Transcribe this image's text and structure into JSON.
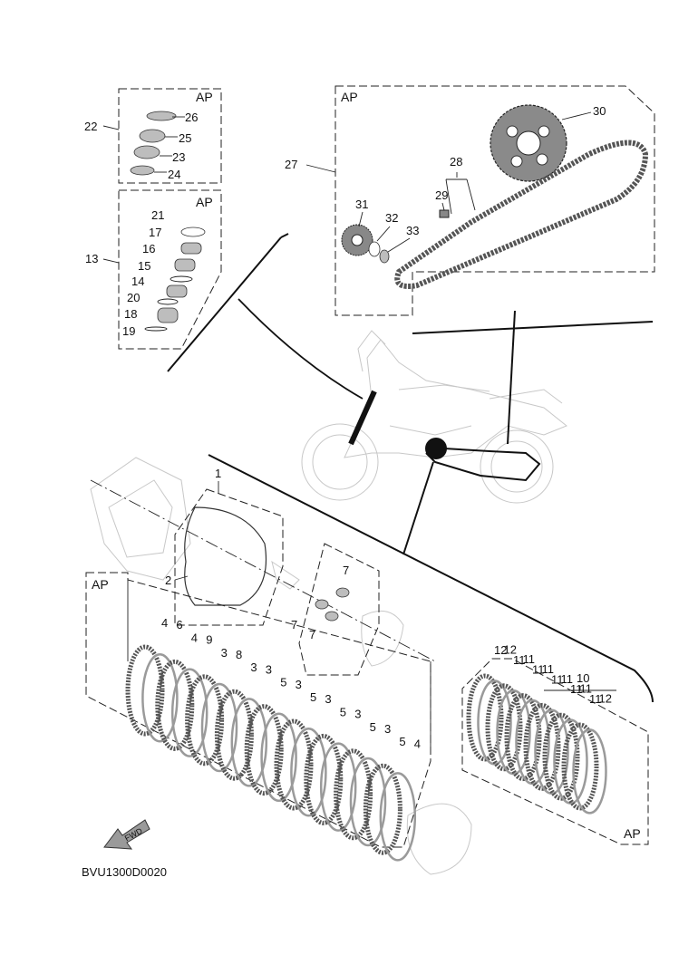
{
  "diagram": {
    "drawing_code": "BVU1300D0020",
    "fwd_label": "FWD",
    "ap_label": "AP",
    "part_numbers": {
      "p1": "1",
      "p2": "2",
      "p3": "3",
      "p4": "4",
      "p5": "5",
      "p6": "6",
      "p7": "7",
      "p8": "8",
      "p9": "9",
      "p10": "10",
      "p11": "11",
      "p12": "12",
      "p13": "13",
      "p14": "14",
      "p15": "15",
      "p16": "16",
      "p17": "17",
      "p18": "18",
      "p19": "19",
      "p20": "20",
      "p21": "21",
      "p22": "22",
      "p23": "23",
      "p24": "24",
      "p25": "25",
      "p26": "26",
      "p27": "27",
      "p28": "28",
      "p29": "29",
      "p30": "30",
      "p31": "31",
      "p32": "32",
      "p33": "33"
    }
  }
}
